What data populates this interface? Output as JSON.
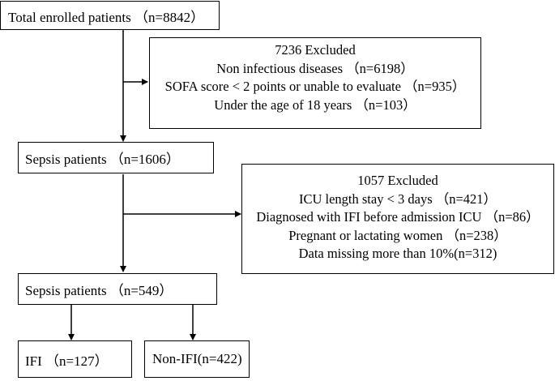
{
  "boxes": {
    "total": "Total enrolled patients （n=8842）",
    "sepsis1": "Sepsis patients （n=1606）",
    "sepsis2": "Sepsis patients （n=549）",
    "ifi": "IFI （n=127）",
    "non_ifi": "Non-IFI(n=422)"
  },
  "exclusion1": {
    "title": "7236 Excluded",
    "lines": [
      "Non infectious diseases （n=6198）",
      "SOFA  score < 2 points or unable to evaluate （n=935）",
      "Under the age of 18 years （n=103）"
    ]
  },
  "exclusion2": {
    "title": "1057 Excluded",
    "lines": [
      "ICU length stay  < 3 days （n=421）",
      "Diagnosed with IFI before admission ICU  （n=86）",
      "Pregnant or lactating women （n=238）",
      "Data missing more than 10%(n=312)"
    ]
  }
}
